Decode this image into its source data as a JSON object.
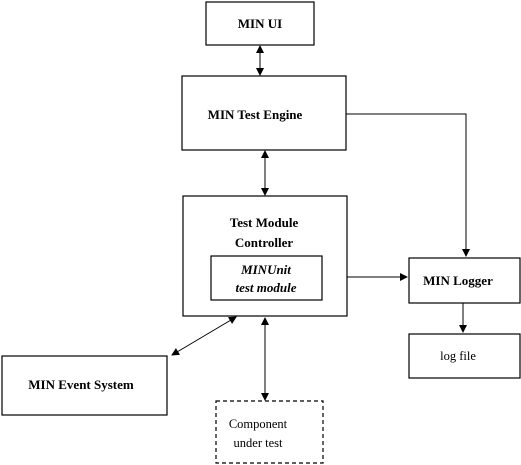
{
  "diagram": {
    "nodes": {
      "min_ui": {
        "label": "MIN UI"
      },
      "test_engine": {
        "label": "MIN Test Engine"
      },
      "test_module_controller": {
        "label_line1": "Test Module",
        "label_line2": "Controller"
      },
      "minunit_test_module": {
        "label_line1": "MINUnit",
        "label_line2": "test module"
      },
      "min_logger": {
        "label": "MIN Logger"
      },
      "log_file": {
        "label": "log file"
      },
      "min_event_system": {
        "label": "MIN Event System"
      },
      "component_under_test": {
        "label_line1": "Component",
        "label_line2": "under test"
      }
    }
  }
}
